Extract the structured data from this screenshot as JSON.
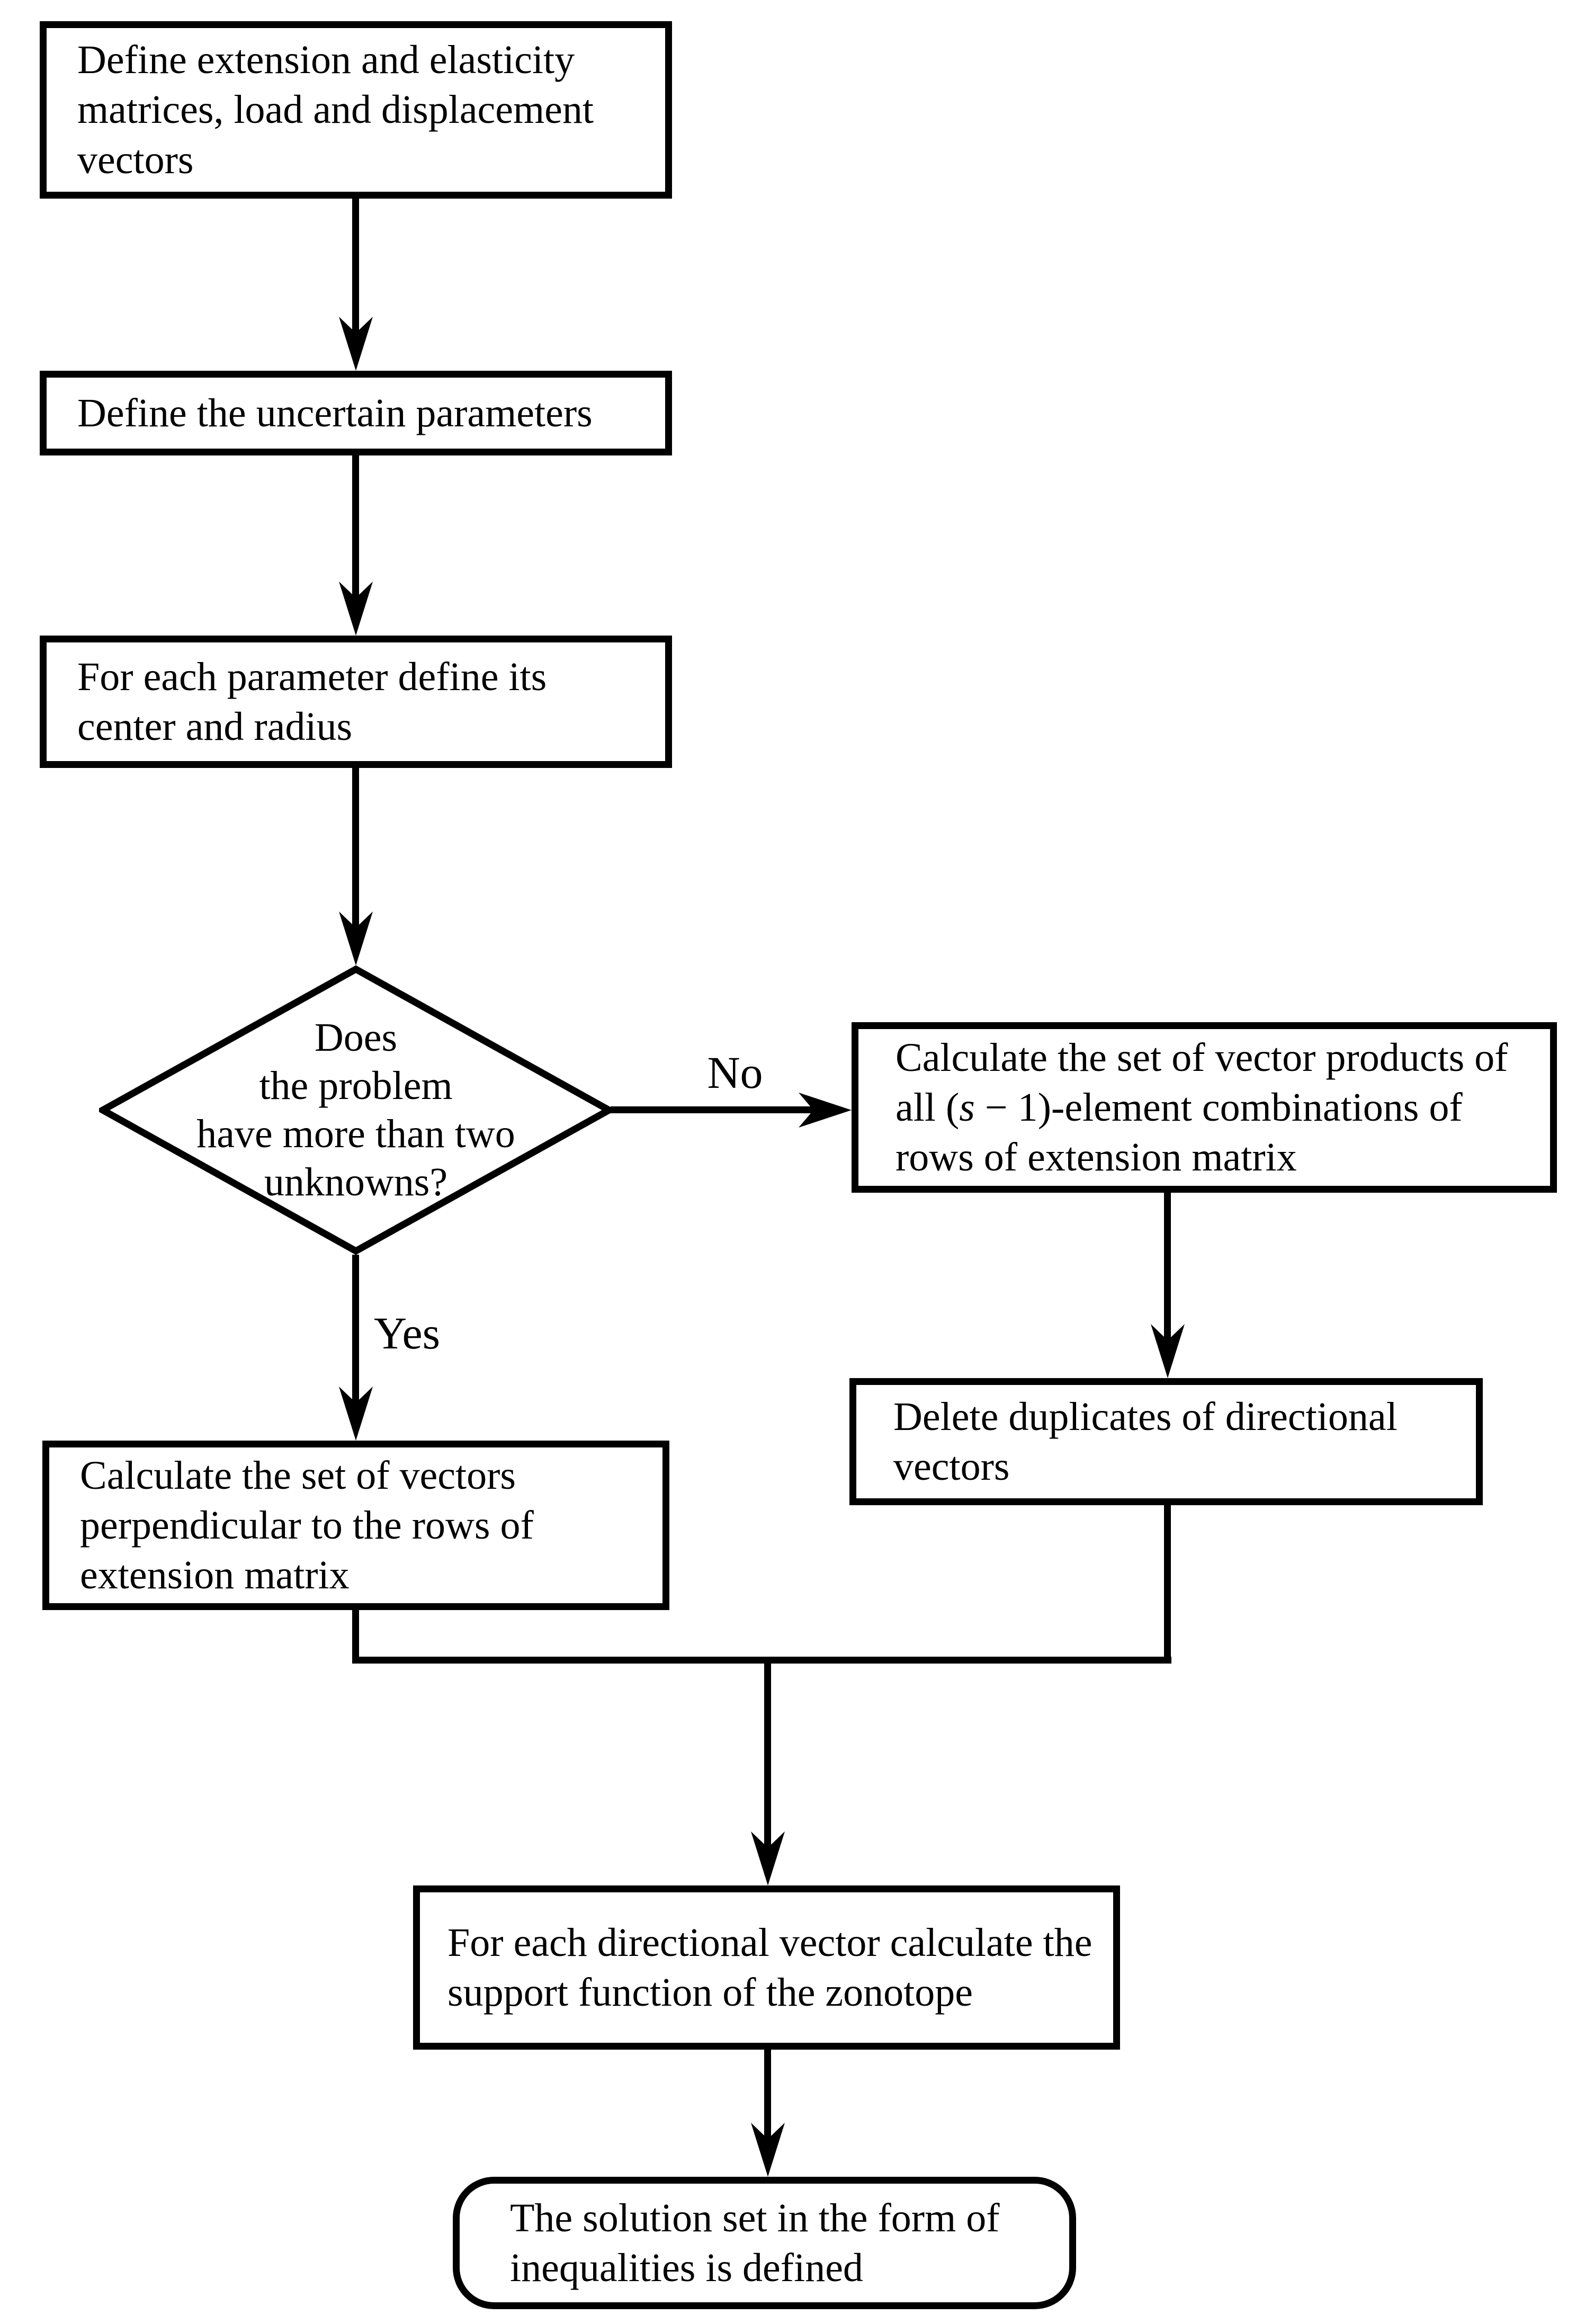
{
  "diagram": {
    "type": "flowchart",
    "background_color": "#ffffff",
    "stroke_color": "#000000",
    "text_color": "#000000",
    "nodes": {
      "define_matrices": {
        "shape": "rect",
        "label": "Define extension and elasticity matrices, load and displacement vectors"
      },
      "define_uncertain_params": {
        "shape": "rect",
        "label": "Define the uncertain parameters"
      },
      "define_center_radius": {
        "shape": "rect",
        "label": "For each parameter define its center and radius"
      },
      "decision_unknowns": {
        "shape": "diamond",
        "label": "Does the problem have more than two unknowns?",
        "lines": [
          "Does",
          "the problem",
          "have more than two",
          "unknowns?"
        ]
      },
      "vector_products": {
        "shape": "rect",
        "label": "Calculate the set of vector products of all (s − 1)-element combinations of rows of extension matrix",
        "label_pre": "Calculate the set of vector products of all (",
        "label_var": "s",
        "label_post": " − 1)-element combinations of rows of extension matrix"
      },
      "perpendicular_vectors": {
        "shape": "rect",
        "label": "Calculate the set of vectors perpendicular to the rows of extension matrix"
      },
      "delete_duplicates": {
        "shape": "rect",
        "label": "Delete duplicates of directional vectors"
      },
      "support_function": {
        "shape": "rect",
        "label": "For each directional vector calculate the support function of the zonotope"
      },
      "solution_set": {
        "shape": "rounded",
        "label": "The solution set in the form of inequalities is defined"
      }
    },
    "edge_labels": {
      "yes": "Yes",
      "no": "No"
    }
  }
}
